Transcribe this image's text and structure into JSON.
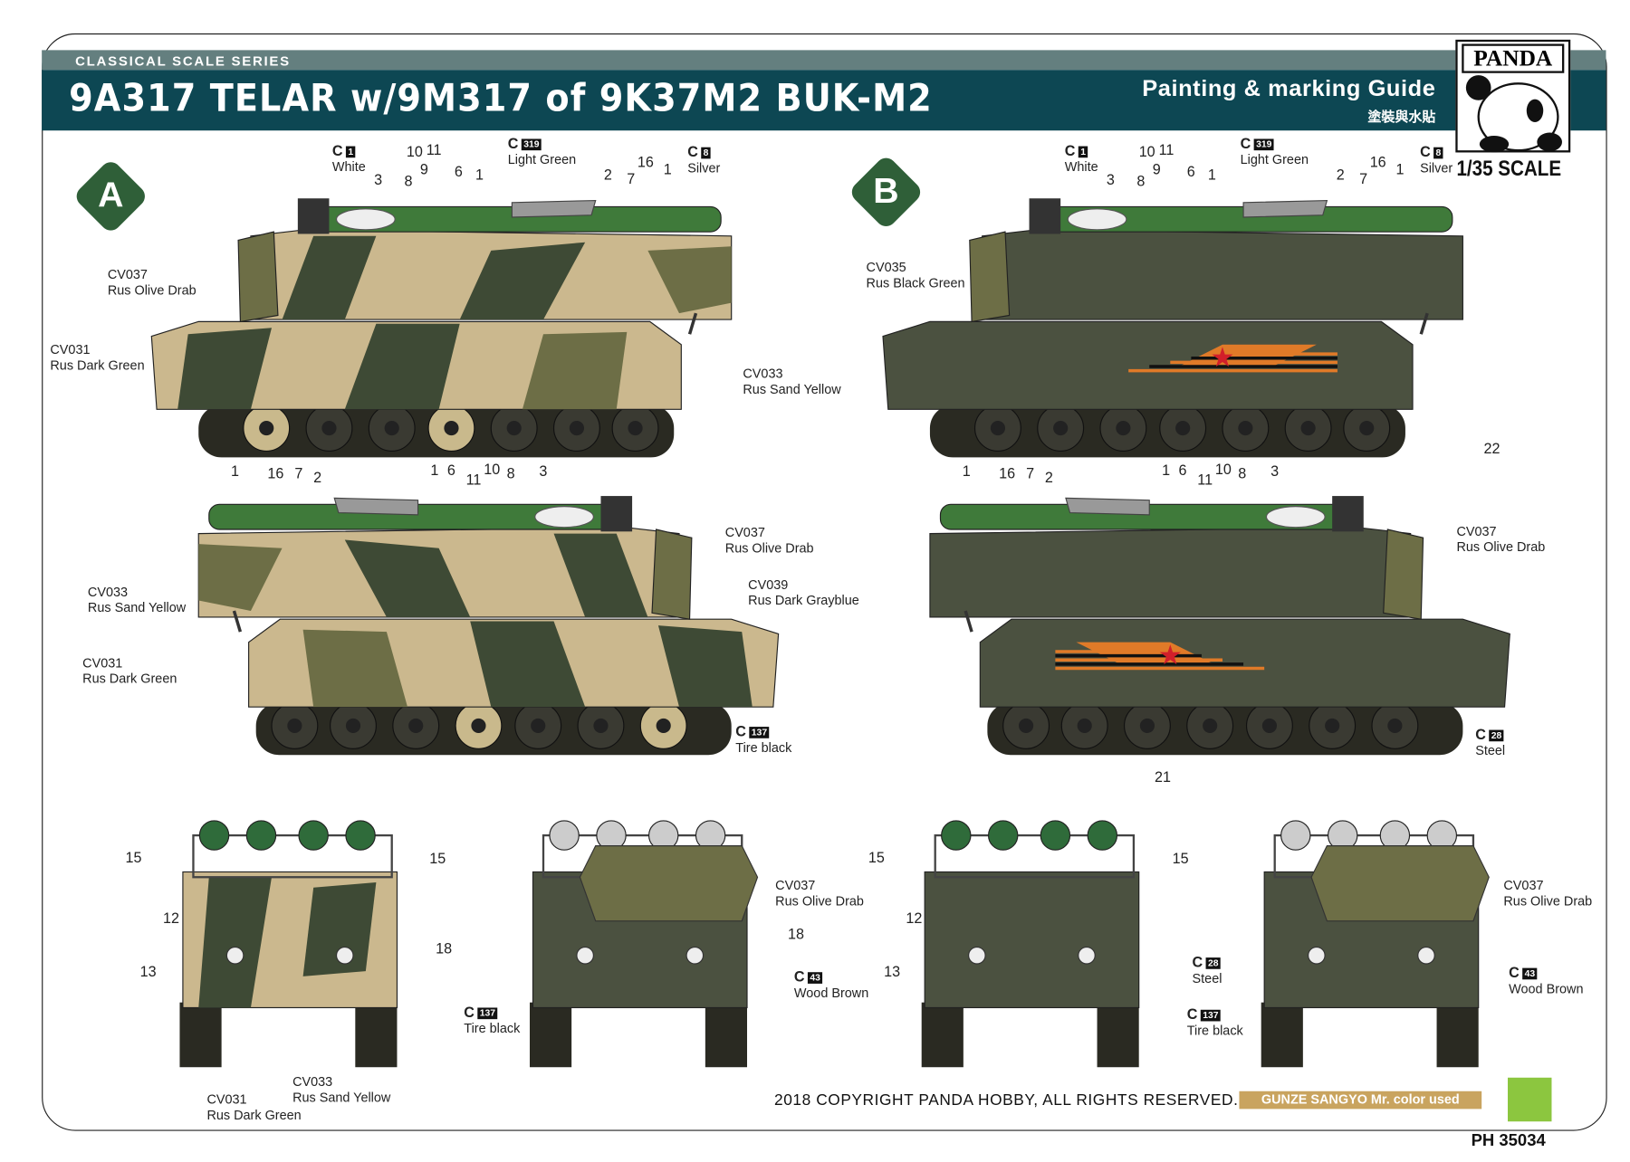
{
  "header": {
    "series": "CLASSICAL SCALE SERIES",
    "title": "9A317 TELAR w/9M317 of 9K37M2 BUK-M2",
    "guide": "Painting & marking Guide",
    "guide_cn": "塗裝與水貼",
    "brand": "PANDA",
    "scale": "1/35 SCALE"
  },
  "schemes": [
    {
      "letter": "A"
    },
    {
      "letter": "B"
    }
  ],
  "colors": {
    "header_dark": "#0d4753",
    "header_light": "#647f7f",
    "badge": "#2f5f38",
    "sand_yellow": "#cbb88e",
    "dark_green": "#3e4a35",
    "olive_drab": "#6d6e46",
    "black_green": "#4b5140",
    "light_green": "#3f7a3a",
    "gunze_badge": "#c9a45f"
  },
  "views": {
    "a_top": [
      {
        "mr": "1",
        "sub": "White"
      },
      {
        "num": "3"
      },
      {
        "num": "8"
      },
      {
        "num": "10"
      },
      {
        "num": "11"
      },
      {
        "num": "9"
      },
      {
        "num": "6"
      },
      {
        "num": "1"
      },
      {
        "mr": "319",
        "sub": "Light Green"
      },
      {
        "num": "2"
      },
      {
        "num": "7"
      },
      {
        "num": "16"
      },
      {
        "num": "1"
      },
      {
        "mr": "8",
        "sub": "Silver"
      },
      {
        "cv": "CV037",
        "sub": "Rus Olive Drab"
      },
      {
        "cv": "CV031",
        "sub": "Rus Dark Green"
      },
      {
        "cv": "CV033",
        "sub": "Rus Sand Yellow"
      }
    ],
    "b_top": [
      {
        "mr": "1",
        "sub": "White"
      },
      {
        "num": "3"
      },
      {
        "num": "8"
      },
      {
        "num": "10"
      },
      {
        "num": "11"
      },
      {
        "num": "9"
      },
      {
        "num": "6"
      },
      {
        "num": "1"
      },
      {
        "mr": "319",
        "sub": "Light Green"
      },
      {
        "num": "2"
      },
      {
        "num": "7"
      },
      {
        "num": "16"
      },
      {
        "num": "1"
      },
      {
        "mr": "8",
        "sub": "Silver"
      },
      {
        "cv": "CV035",
        "sub": "Rus Black Green"
      },
      {
        "num": "22"
      }
    ],
    "a_bottom": [
      {
        "num": "1"
      },
      {
        "num": "16"
      },
      {
        "num": "7"
      },
      {
        "num": "2"
      },
      {
        "num": "1"
      },
      {
        "num": "6"
      },
      {
        "num": "11"
      },
      {
        "num": "10"
      },
      {
        "num": "8"
      },
      {
        "num": "3"
      },
      {
        "cv": "CV037",
        "sub": "Rus Olive Drab"
      },
      {
        "cv": "CV039",
        "sub": "Rus Dark Grayblue"
      },
      {
        "cv": "CV033",
        "sub": "Rus Sand Yellow"
      },
      {
        "cv": "CV031",
        "sub": "Rus Dark Green"
      },
      {
        "mr": "137",
        "sub": "Tire black"
      }
    ],
    "b_bottom": [
      {
        "num": "1"
      },
      {
        "num": "16"
      },
      {
        "num": "7"
      },
      {
        "num": "2"
      },
      {
        "num": "1"
      },
      {
        "num": "6"
      },
      {
        "num": "11"
      },
      {
        "num": "10"
      },
      {
        "num": "8"
      },
      {
        "num": "3"
      },
      {
        "cv": "CV037",
        "sub": "Rus Olive Drab"
      },
      {
        "mr": "28",
        "sub": "Steel"
      },
      {
        "num": "21"
      }
    ],
    "a_front": [
      {
        "num": "15"
      },
      {
        "num": "15"
      },
      {
        "num": "12"
      },
      {
        "num": "13"
      },
      {
        "num": "18"
      },
      {
        "mr": "137",
        "sub": "Tire black"
      },
      {
        "cv": "CV031",
        "sub": "Rus Dark Green"
      },
      {
        "cv": "CV033",
        "sub": "Rus Sand Yellow"
      }
    ],
    "a_rear": [
      {
        "cv": "CV037",
        "sub": "Rus Olive Drab"
      },
      {
        "num": "18"
      },
      {
        "mr": "43",
        "sub": "Wood Brown"
      }
    ],
    "b_front": [
      {
        "num": "15"
      },
      {
        "num": "15"
      },
      {
        "num": "12"
      },
      {
        "num": "13"
      }
    ],
    "b_rear": [
      {
        "cv": "CV037",
        "sub": "Rus Olive Drab"
      },
      {
        "mr": "28",
        "sub": "Steel"
      },
      {
        "mr": "137",
        "sub": "Tire black"
      },
      {
        "mr": "43",
        "sub": "Wood Brown"
      }
    ]
  },
  "footer": {
    "copyright": "2018 COPYRIGHT PANDA HOBBY, ALL RIGHTS RESERVED.",
    "paint_note": "GUNZE SANGYO Mr. color used",
    "product_code": "PH 35034"
  }
}
